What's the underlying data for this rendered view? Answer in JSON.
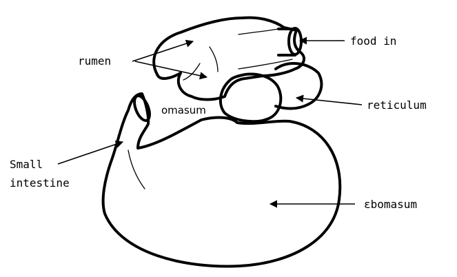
{
  "labels": {
    "food_in": "food in",
    "rumen": "rumen",
    "reticulum": "reticulum",
    "omasum": "omasum",
    "small_intestine_line1": "Small",
    "small_intestine_line2": "intestine",
    "abomasum": "ɛbomasum"
  },
  "colors": {
    "ink": "#000000",
    "background": "#ffffff"
  }
}
